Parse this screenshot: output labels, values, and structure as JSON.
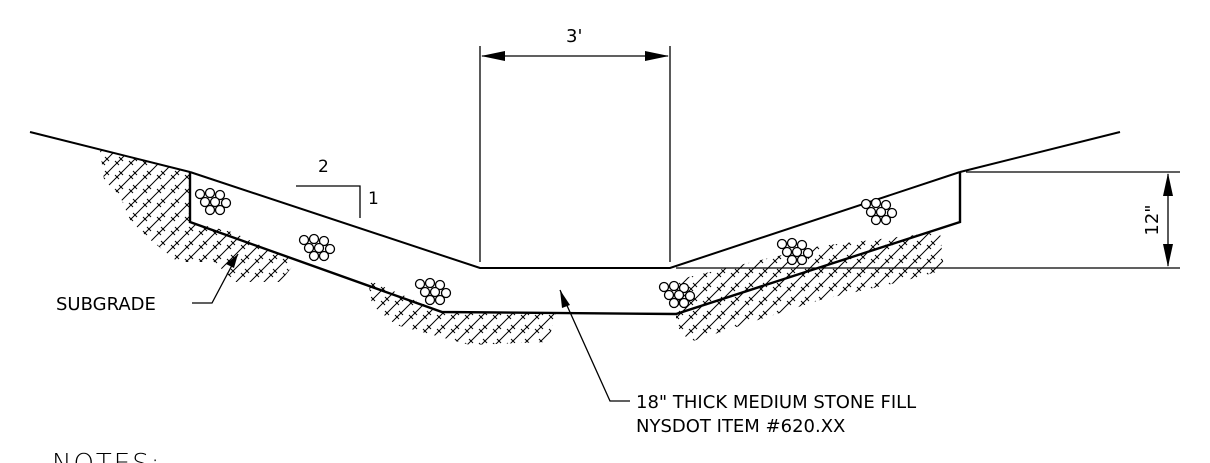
{
  "dimensions": {
    "bottom_width": "3'",
    "depth": "12\""
  },
  "slope": {
    "run": "2",
    "rise": "1"
  },
  "labels": {
    "subgrade": "SUBGRADE",
    "stone_fill_line1": "18\" THICK MEDIUM STONE FILL",
    "stone_fill_line2": "NYSDOT ITEM #620.XX"
  },
  "notes_heading": "NOTES:"
}
